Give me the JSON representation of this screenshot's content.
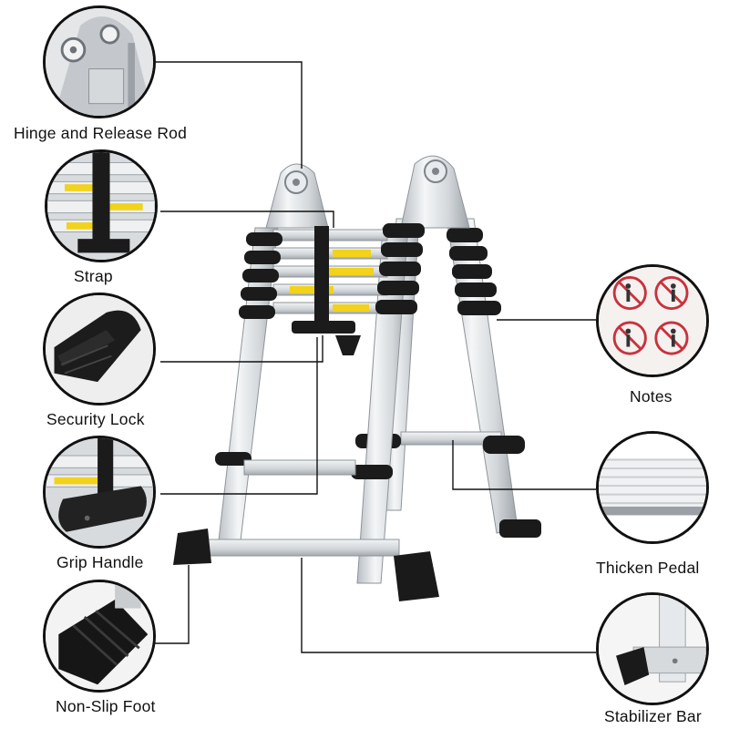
{
  "callouts": {
    "hinge": {
      "label": "Hinge and Release Rod"
    },
    "strap": {
      "label": "Strap"
    },
    "security_lock": {
      "label": "Security Lock"
    },
    "grip_handle": {
      "label": "Grip Handle"
    },
    "non_slip_foot": {
      "label": "Non-Slip Foot"
    },
    "notes": {
      "label": "Notes"
    },
    "thicken_pedal": {
      "label": "Thicken Pedal"
    },
    "stabilizer_bar": {
      "label": "Stabilizer Bar"
    }
  },
  "colors": {
    "aluminum": "#d9dcdf",
    "aluminum_dark": "#9aa0a6",
    "rubber": "#1a1a1a",
    "warning_yellow": "#f2d21a",
    "leader_line": "#111111",
    "prohibition_red": "#c8323c"
  }
}
